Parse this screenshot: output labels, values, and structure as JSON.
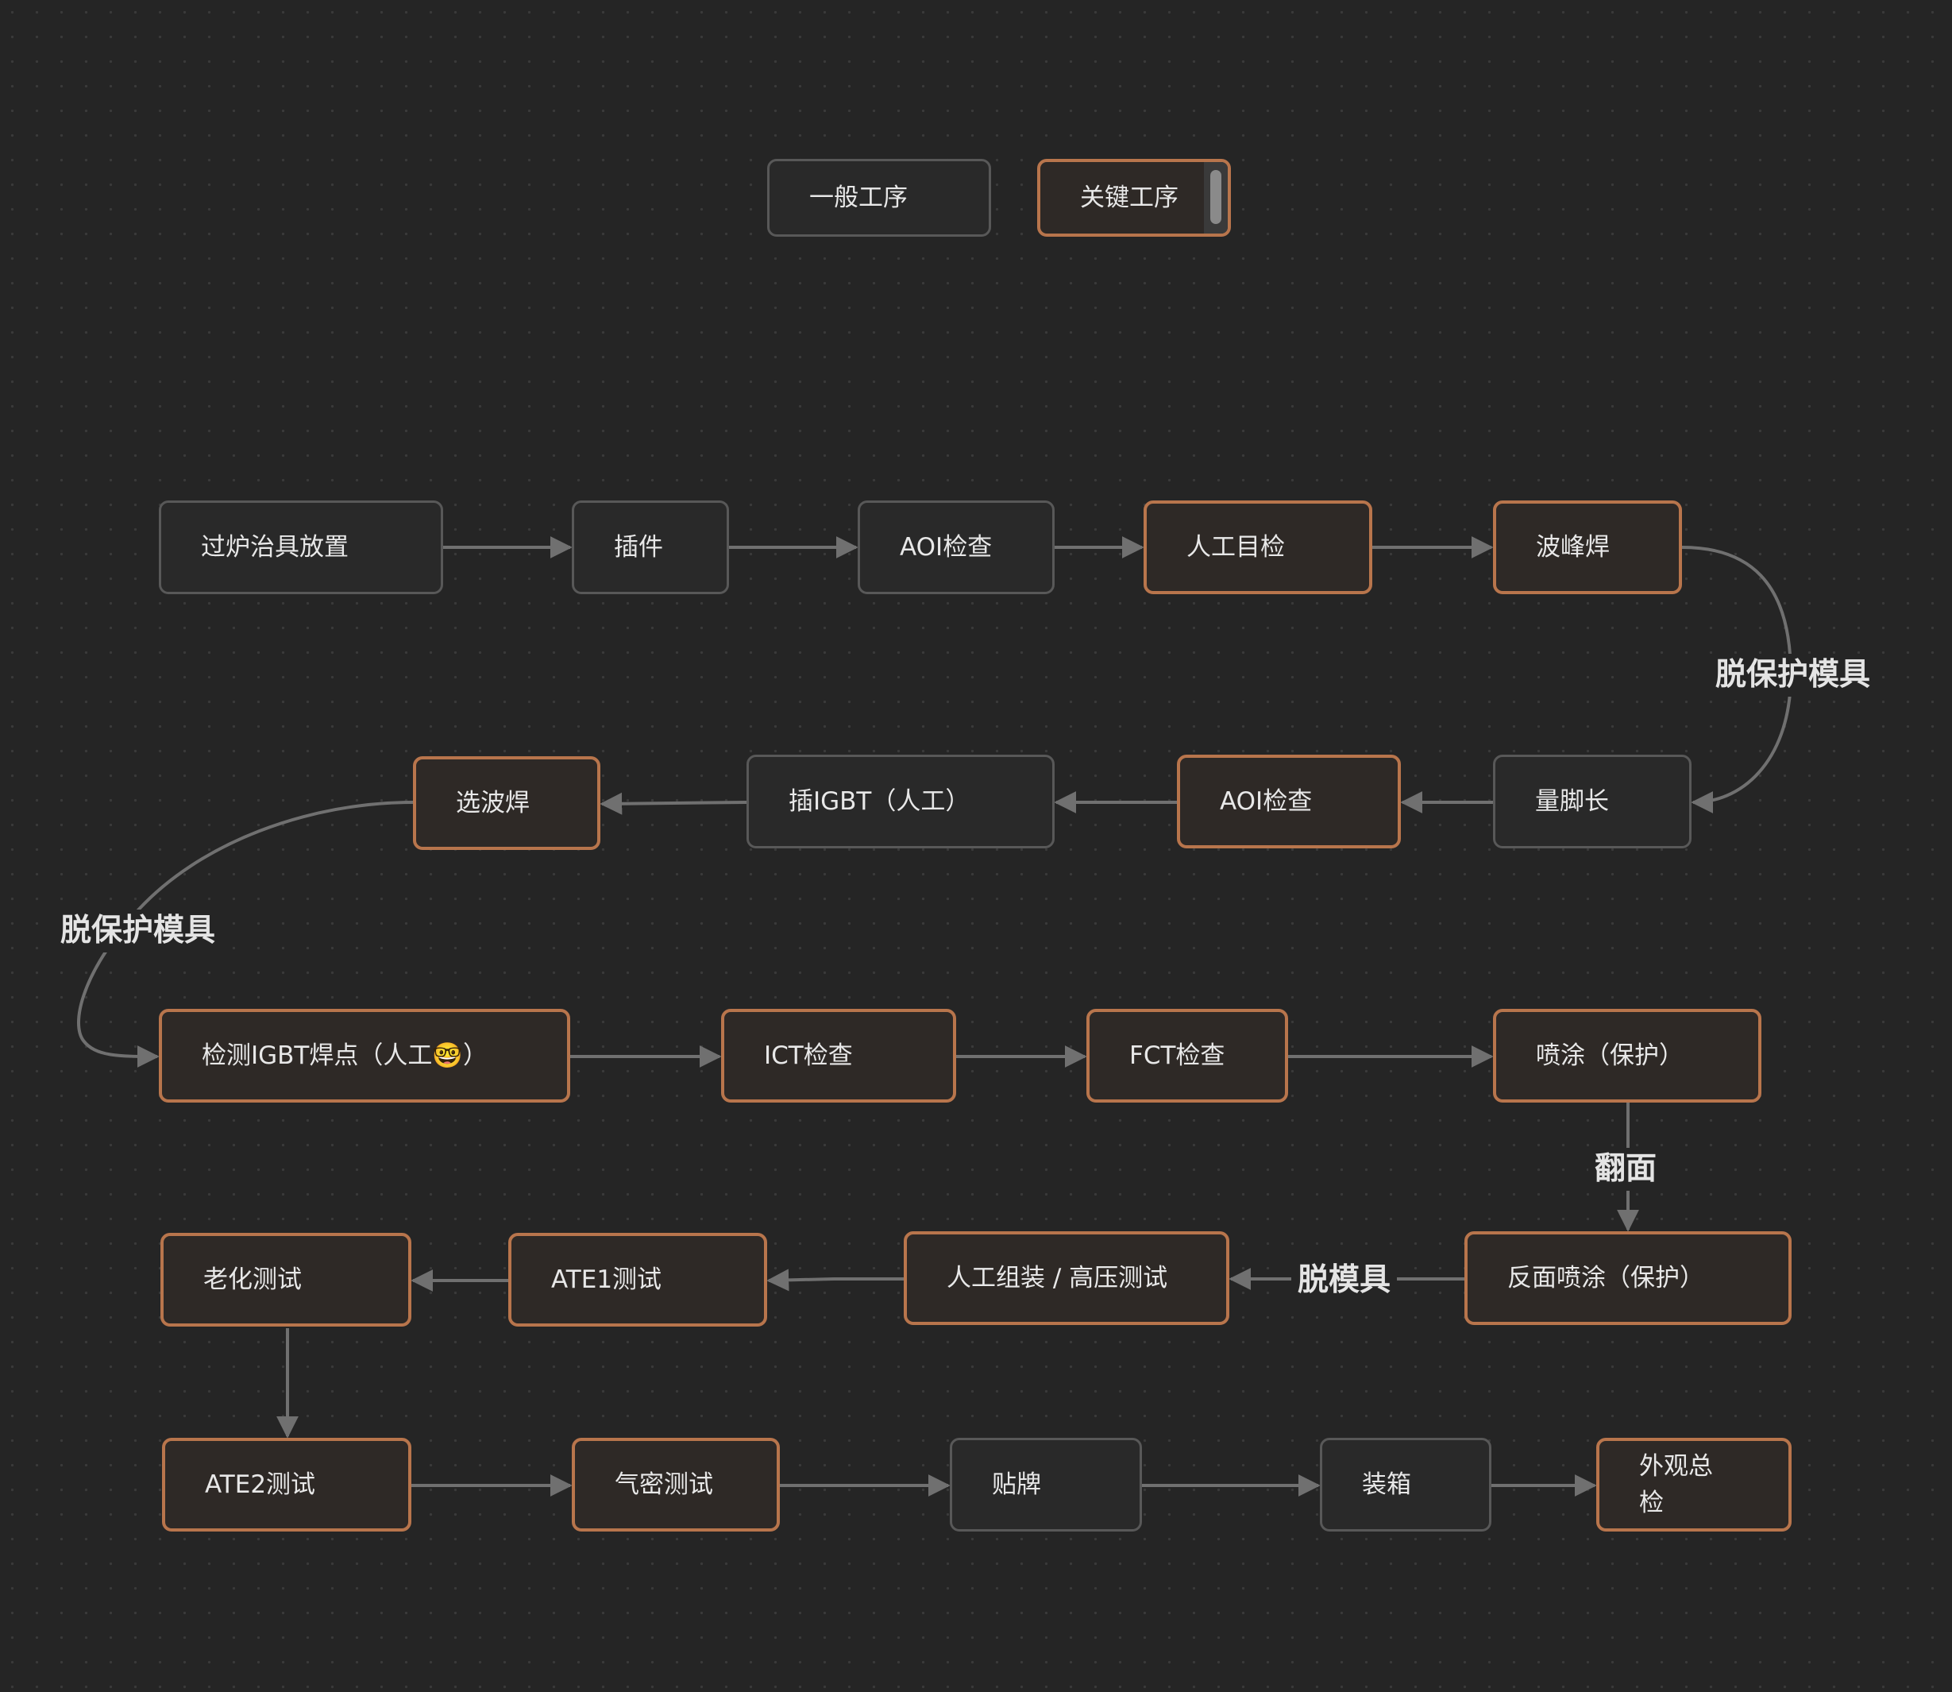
{
  "legend": {
    "general": "一般工序",
    "key": "关键工序"
  },
  "colors": {
    "background": "#252525",
    "node_fill": "#292929",
    "node_border": "#585858",
    "key_fill": "#2e2926",
    "key_border": "#b8754c",
    "edge": "#707070",
    "text": "#e8e8e8"
  },
  "nodes": {
    "n1": "过炉治具放置",
    "n2": "插件",
    "n3": "AOI检查",
    "n4": "人工目检",
    "n5": "波峰焊",
    "n6": "量脚长",
    "n7": "AOI检查",
    "n8": "插IGBT（人工）",
    "n9": "选波焊",
    "n10": "检测IGBT焊点（人工🤓）",
    "n11": "ICT检查",
    "n12": "FCT检查",
    "n13": "喷涂（保护）",
    "n14": "反面喷涂（保护）",
    "n15": "人工组装 / 高压测试",
    "n16": "ATE1测试",
    "n17": "老化测试",
    "n18": "ATE2测试",
    "n19": "气密测试",
    "n20": "贴牌",
    "n21": "装箱",
    "n22": "外观总检"
  },
  "edge_labels": {
    "e5_6": "脱保护模具",
    "e9_10": "脱保护模具",
    "e13_14": "翻面",
    "e14_15": "脱模具"
  }
}
